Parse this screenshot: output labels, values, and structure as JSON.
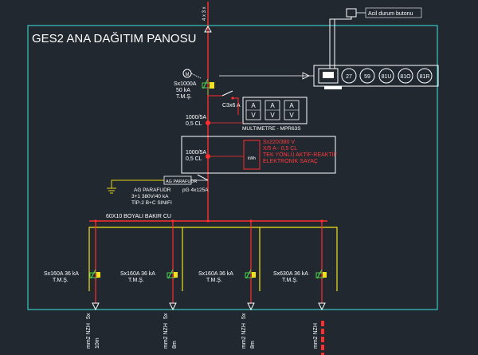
{
  "title": "GES2 ANA DAĞITIM PANOSU",
  "top_feeder_label": "4 x 3 x",
  "emergency_button_label": "Acil durum butonu",
  "relay_codes": [
    "27",
    "59",
    "81U",
    "81O",
    "81R"
  ],
  "main_breaker": {
    "symbol": "M",
    "rating": "Sx1000A",
    "breaking": "50 kA",
    "type": "T.M.Ş."
  },
  "fuse_label": "C3x6 A",
  "ct1": {
    "ratio": "1000/5A",
    "class": "0,5 CL"
  },
  "ct2": {
    "ratio": "1000/5A",
    "class": "0,5 CL"
  },
  "multimeter": {
    "label": "MULTIMETRE - MPR63S",
    "cells": [
      "A",
      "A",
      "A",
      "V",
      "V",
      "V"
    ]
  },
  "energy_meter": {
    "lines": [
      "Sx220/380 V",
      "X/5 A  - 0,5 CL",
      "TEK YÖNLÜ AKTİF-REAKTİF",
      "ELEKTRONİK SAYAÇ"
    ],
    "box_label": "kWh"
  },
  "surge_arrester": {
    "box_label": "AG PARAFUDR",
    "lines": [
      "AG PARAFUDR",
      "3+1 380V/40 kA",
      "TİP-2 B+C SINIFI"
    ],
    "fuse": "pG 4x125A"
  },
  "busbar_label": "60X10 BOYALI BAKIR CU",
  "outgoing_feeders": [
    {
      "breaker": "Sx160A 36 kA",
      "type": "T.M.Ş.",
      "cable_spec": "mm2 NZH",
      "size_prefix": "5x",
      "length": "10m"
    },
    {
      "breaker": "Sx160A 36 kA",
      "type": "T.M.Ş.",
      "cable_spec": "mm2 NZH",
      "size_prefix": "5x",
      "length": "8m"
    },
    {
      "breaker": "Sx160A 36 kA",
      "type": "T.M.Ş.",
      "cable_spec": "mm2 NZH",
      "size_prefix": "5x",
      "length": "8m"
    },
    {
      "breaker": "Sx630A 36 kA",
      "type": "T.M.Ş.",
      "cable_spec": "mm2 NZH",
      "size_prefix": "",
      "length": ""
    }
  ],
  "colors": {
    "background": "#212830",
    "panel_border": "#38c9c3",
    "wire_red": "#ff2d2d",
    "wire_yellow": "#f2e11b",
    "ground_yellow": "#e8d51a",
    "breaker_green": "#4ed14e",
    "line_white": "#ffffff"
  }
}
